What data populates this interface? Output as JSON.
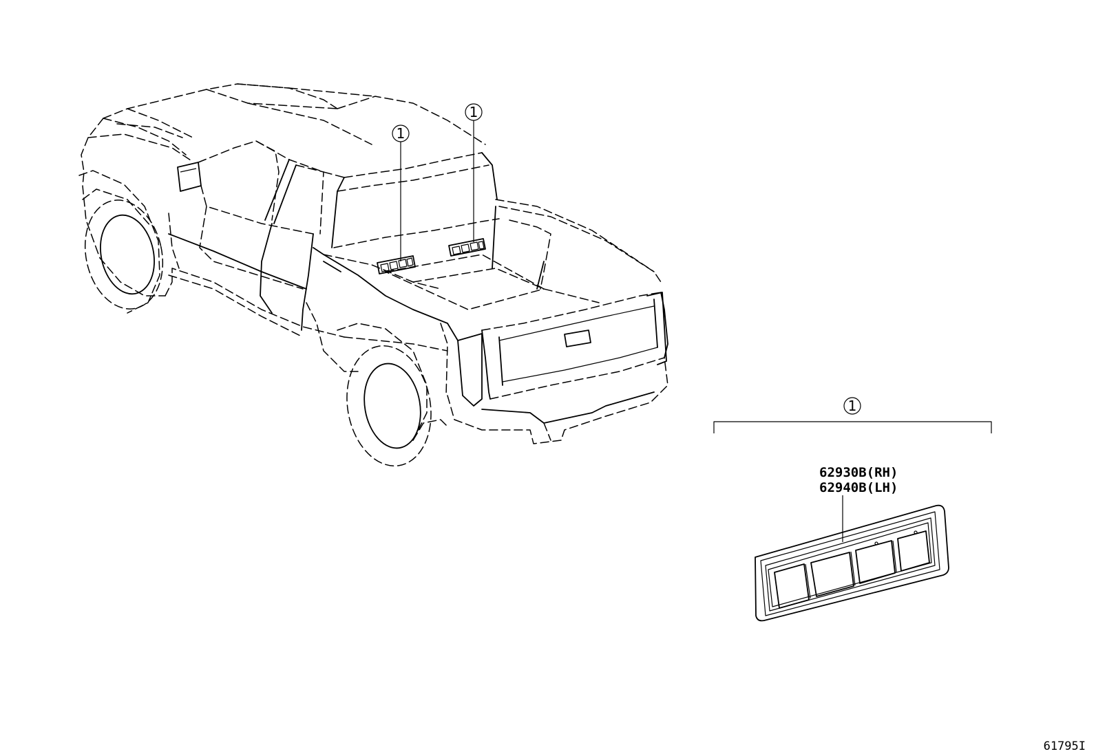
{
  "callouts": [
    {
      "number": "1",
      "label": "callout-1-bed-left"
    },
    {
      "number": "1",
      "label": "callout-1-bed-right"
    },
    {
      "number": "1",
      "label": "callout-1-detail"
    }
  ],
  "part_numbers": {
    "rh": "62930B(RH)",
    "lh": "62940B(LH)"
  },
  "reference_code": "61795I"
}
